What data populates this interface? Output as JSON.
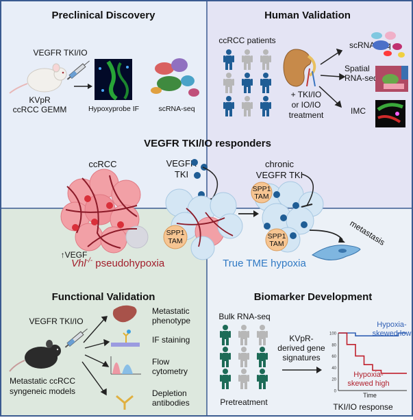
{
  "colors": {
    "preclinical_bg": "#e8eef8",
    "human_bg": "#e4e4f4",
    "functional_bg": "#dde8de",
    "biomarker_bg": "#ecf1f7",
    "panel_border": "#3a5a90",
    "tumor_red": "#e05a6a",
    "hypoxia_red": "#a11d2a",
    "hypoxia_blue": "#2f79c4",
    "person_blue": "#1f5d95",
    "person_green": "#1d6b57",
    "person_gray": "#b7b7b7"
  },
  "panels": {
    "preclinical": {
      "title": "Preclinical Discovery",
      "drug": "VEGFR TKI/IO",
      "model_line1": "KVpR",
      "model_line2": "ccRCC GEMM",
      "assay1": "Hypoxyprobe IF",
      "assay2": "scRNA-seq"
    },
    "human": {
      "title": "Human Validation",
      "patients": "ccRCC patients",
      "treat_line1": "+ TKI/IO",
      "treat_line2": "or IO/IO",
      "treat_line3": "treatment",
      "assay1": "scRNA-seq",
      "assay2_line1": "Spatial",
      "assay2_line2": "RNA-seq",
      "assay3": "IMC"
    },
    "center": {
      "title": "VEGFR TKI/IO responders",
      "ccrcc": "ccRCC",
      "vegf": "↑VEGF",
      "vegfr_line1": "VEGFR",
      "vegfr_line2": "TKI",
      "chronic_line1": "chronic",
      "chronic_line2": "VEGFR TKI",
      "tam_line1": "SPP1",
      "tam_line2": "TAM",
      "metastasis": "metastasis",
      "pseudo_gene": "Vhl",
      "pseudo_sup": "-/-",
      "pseudo_rest": " pseudohypoxia",
      "true_hypoxia": "True TME hypoxia"
    },
    "functional": {
      "title": "Functional Validation",
      "drug": "VEGFR TKI/IO",
      "model_line1": "Metastatic ccRCC",
      "model_line2": "syngeneic models",
      "out1_line1": "Metastatic",
      "out1_line2": "phenotype",
      "out2": "IF staining",
      "out3_line1": "Flow",
      "out3_line2": "cytometry",
      "out4_line1": "Depletion",
      "out4_line2": "antibodies"
    },
    "biomarker": {
      "title": "Biomarker Development",
      "bulk": "Bulk RNA-seq",
      "sig_line1": "KVpR-",
      "sig_line2": "derived gene",
      "sig_line3": "signatures",
      "pretreatment": "Pretreatment",
      "response": "TKI/IO response",
      "low_line1": "Hypoxia-",
      "low_line2": "skewed low",
      "high_line1": "Hypoxia-",
      "high_line2": "skewed high",
      "xaxis": "Time",
      "yticks": [
        "100",
        "80",
        "60",
        "40",
        "20",
        "0"
      ]
    }
  },
  "chart_data": {
    "type": "line",
    "title": "",
    "xlabel": "Time",
    "ylabel": "",
    "ylim": [
      0,
      100
    ],
    "x": [
      0,
      1,
      2,
      3,
      4,
      5,
      6,
      7,
      8
    ],
    "series": [
      {
        "name": "Hypoxia-skewed low",
        "values": [
          100,
          100,
          95,
          95,
          95,
          95,
          95,
          100,
          100
        ]
      },
      {
        "name": "Hypoxia-skewed high",
        "values": [
          100,
          80,
          60,
          45,
          35,
          30,
          30,
          30,
          30
        ]
      }
    ]
  }
}
